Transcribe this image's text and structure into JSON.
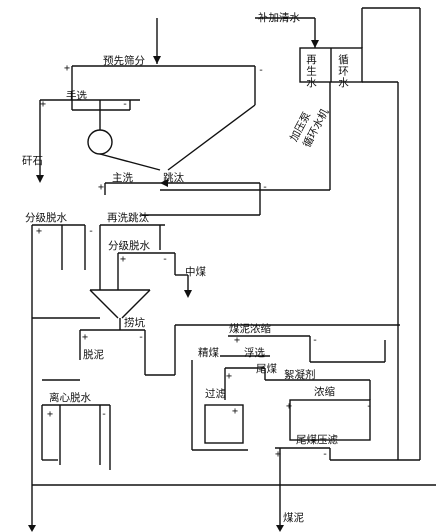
{
  "labels": {
    "makeup_water": "补加清水",
    "pre_screen": "预先筛分",
    "hand_pick": "手选",
    "gangue": "矸石",
    "main_wash": "主洗",
    "jig": "跳汰",
    "classify_dewater_1": "分级脱水",
    "rewash_jig": "再洗跳汰",
    "classify_dewater_2": "分级脱水",
    "middlings": "中煤",
    "bucket_pit": "捞坑",
    "desliming": "脱泥",
    "centrifuge": "离心脱水",
    "slime_thicken": "煤泥浓缩",
    "fine_coal": "精煤",
    "flotation": "浮选",
    "vacuum_filter": "过滤",
    "tail_coal": "尾煤",
    "flocculant": "絮凝剂",
    "thicken": "浓缩",
    "tail_press": "尾煤压滤",
    "slime": "煤泥",
    "recycled_water": "再生水",
    "circ_water": "循环水",
    "booster_1": "加压泵",
    "booster_2": "循环水机"
  },
  "symbols": {
    "plus": "+",
    "minus": "-"
  }
}
